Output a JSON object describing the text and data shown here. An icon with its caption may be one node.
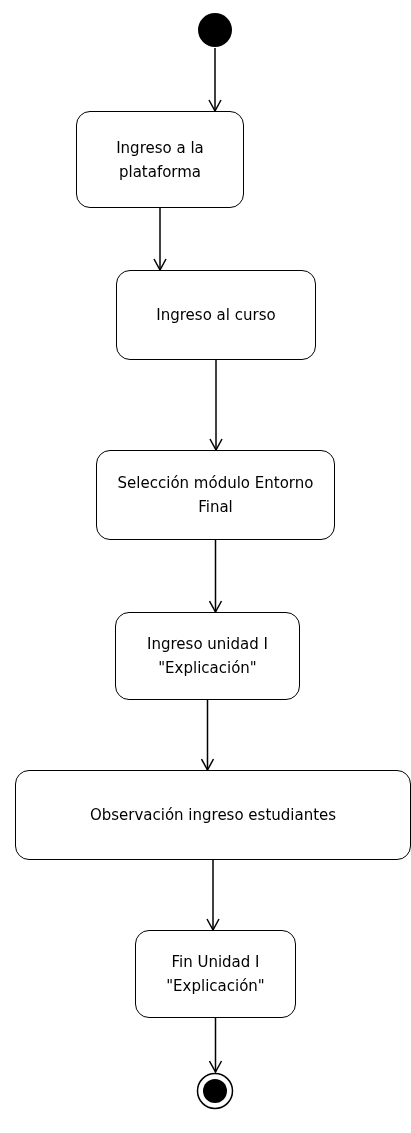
{
  "diagram": {
    "nodes": [
      {
        "text": [],
        "shape": "circle"
      },
      {
        "text": [
          "Ingreso a la plataforma"
        ]
      },
      {
        "text": [
          "Ingreso al curso"
        ]
      },
      {
        "text": [
          "Selección módulo Entorno Final"
        ]
      },
      {
        "text": [
          "Ingreso unidad I \"Explicación\""
        ]
      },
      {
        "text": [
          "Observación ingreso estudiantes"
        ]
      },
      {
        "text": [
          "Fin Unidad I \"Explicación\""
        ]
      },
      {
        "text": [],
        "shape": "bullseye"
      }
    ],
    "edges": [
      {
        "from": 0,
        "to": 1,
        "arrow": "to"
      },
      {
        "from": 1,
        "to": 2,
        "arrow": "to"
      },
      {
        "from": 2,
        "to": 3,
        "arrow": "to"
      },
      {
        "from": 3,
        "to": 4,
        "arrow": "to"
      },
      {
        "from": 4,
        "to": 5,
        "arrow": "to"
      },
      {
        "from": 5,
        "to": 6,
        "arrow": "to"
      },
      {
        "from": 6,
        "to": 7,
        "arrow": "to"
      }
    ]
  }
}
